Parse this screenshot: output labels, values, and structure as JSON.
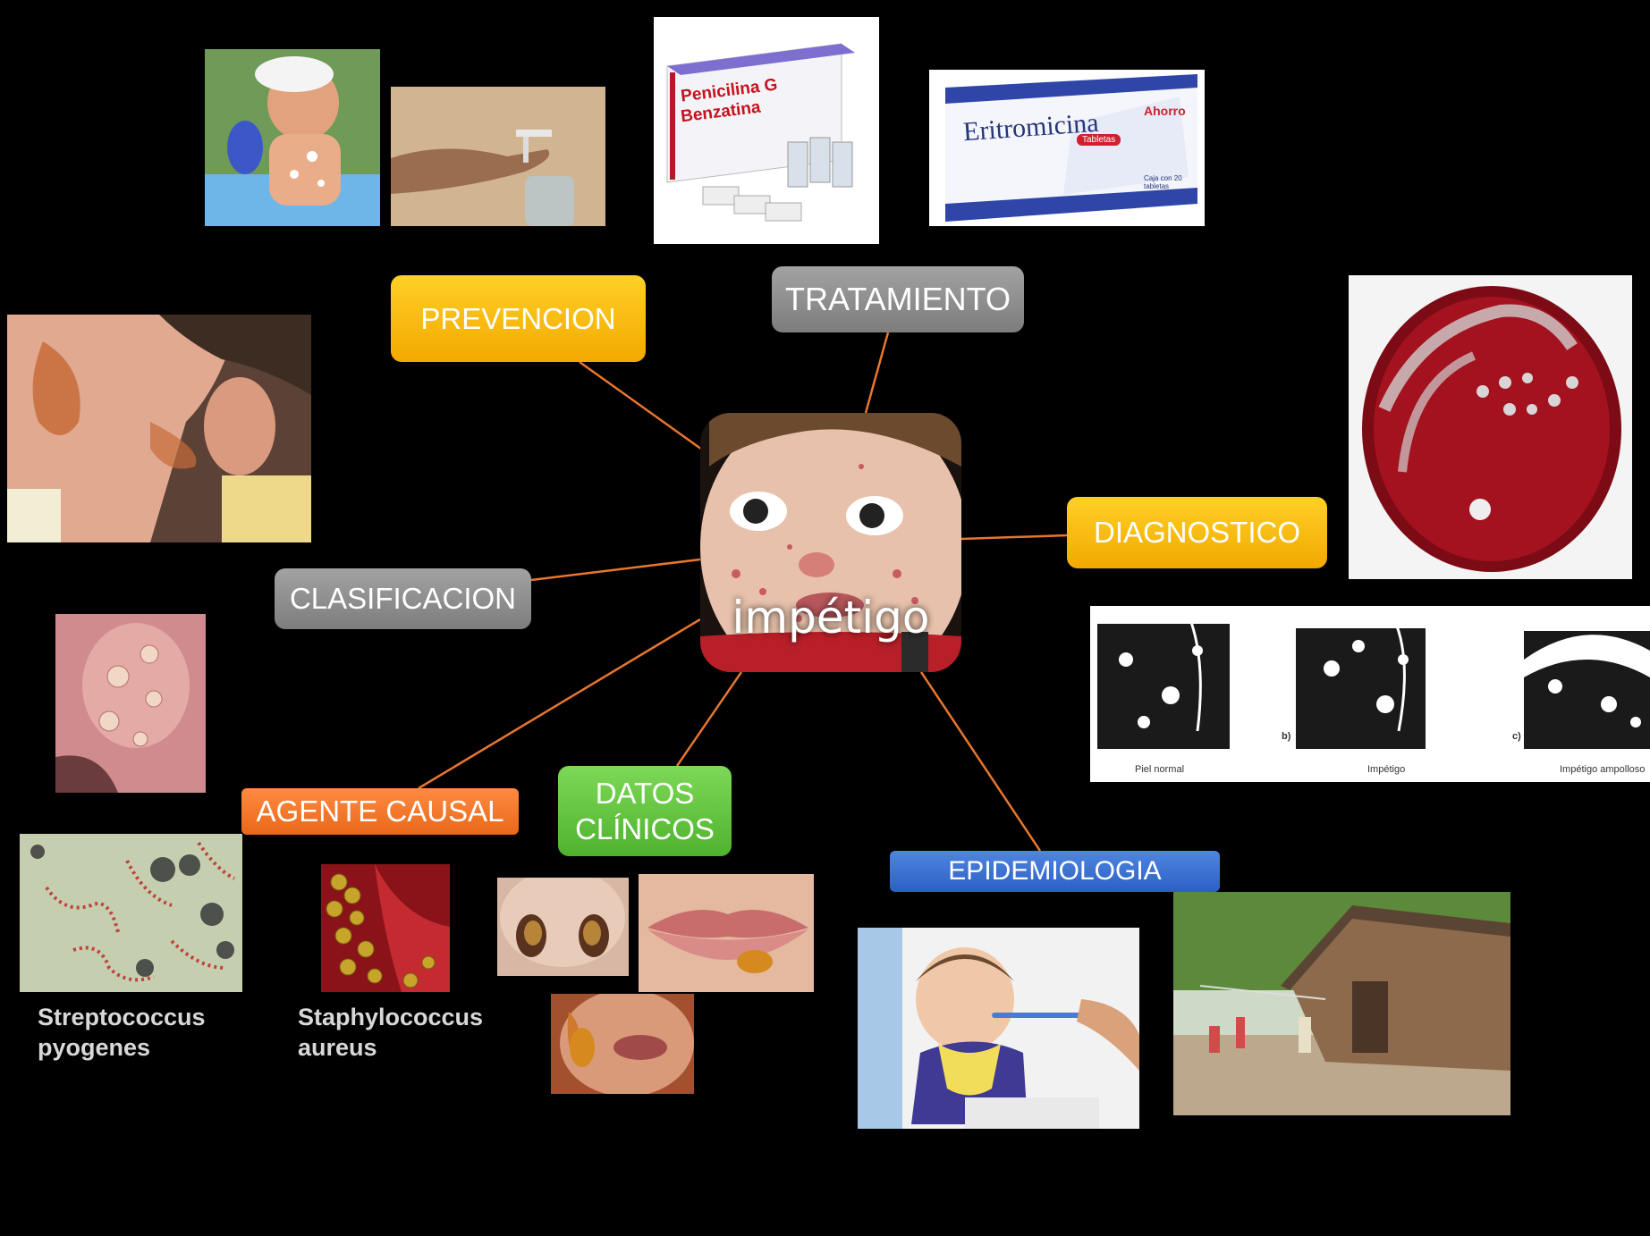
{
  "center": {
    "label": "impétigo"
  },
  "nodes": {
    "prevencion": "PREVENCION",
    "tratamiento": "TRATAMIENTO",
    "diagnostico": "DIAGNOSTICO",
    "clasificacion": "CLASIFICACION",
    "agente_causal": "AGENTE CAUSAL",
    "datos_clinicos": "DATOS CLÍNICOS",
    "epidemiologia": "EPIDEMIOLOGIA"
  },
  "captions": {
    "strep_line1": "Streptococcus",
    "strep_line2": "pyogenes",
    "staph_line1": "Staphylococcus",
    "staph_line2": "aureus"
  },
  "products": {
    "penicilina_line1": "Penicilina G",
    "penicilina_line2": "Benzatina",
    "eritromicina": "Eritromicina",
    "eritromicina_sub": "Tabletas",
    "eritromicina_brand": "Ahorro",
    "eritromicina_box": "Caja con 20 tabletas"
  },
  "diagram_labels": {
    "a": "Piel normal",
    "b_letter": "b)",
    "b": "Impétigo",
    "c_letter": "c)",
    "c": "Impétigo ampolloso"
  },
  "colors": {
    "connector": "#e8762d",
    "yellow": "#f7bb00",
    "gray": "#8f8f8f",
    "orange": "#f47b2a",
    "green": "#5fc23a",
    "blue": "#3a6fd0"
  }
}
